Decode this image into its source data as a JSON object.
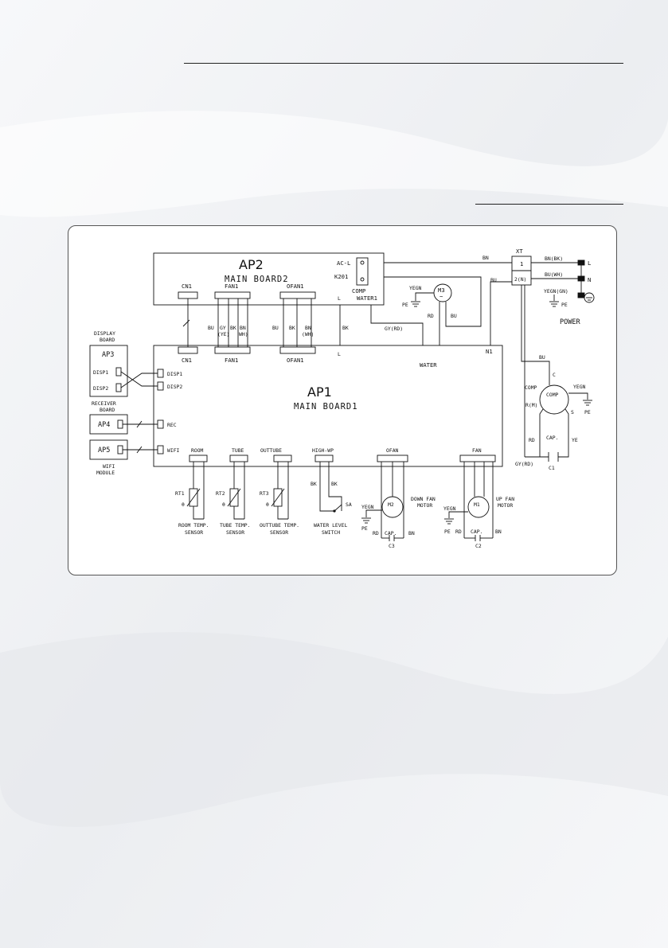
{
  "boards": {
    "ap2": {
      "id": "AP2",
      "subtitle": "MAIN BOARD2"
    },
    "ap1": {
      "id": "AP1",
      "subtitle": "MAIN BOARD1"
    },
    "ap3": {
      "id": "AP3",
      "caption_l1": "DISPLAY",
      "caption_l2": "BOARD",
      "port1": "DISP1",
      "port2": "DISP2"
    },
    "ap4": {
      "id": "AP4",
      "caption_l1": "RECEIVER",
      "caption_l2": "BOARD"
    },
    "ap5": {
      "id": "AP5",
      "caption_l1": "WIFI",
      "caption_l2": "MODULE"
    }
  },
  "ap2_connectors": {
    "cn1": "CN1",
    "fan1": "FAN1",
    "ofan1": "OFAN1",
    "acl": "AC-L",
    "k201": "K201",
    "comp": "COMP",
    "water1": "WATER1"
  },
  "ap1_connectors": {
    "cn1": "CN1",
    "fan1": "FAN1",
    "ofan1": "OFAN1",
    "water": "WATER",
    "n1": "N1",
    "disp1": "DISP1",
    "disp2": "DISP2",
    "rec": "REC",
    "wifi": "WIFI",
    "room": "ROOM",
    "tube": "TUBE",
    "outtube": "OUTTUBE",
    "highwp": "HIGH-WP",
    "ofan": "OFAN",
    "fan": "FAN"
  },
  "wire_colors": {
    "bu": "BU",
    "gy": "GY",
    "ye_paren": "(YE)",
    "bk": "BK",
    "bn": "BN",
    "wh_paren": "(WH)",
    "wh_paren_short": "WH)",
    "l": "L",
    "gy_rd": "GY(RD)",
    "rd": "RD",
    "yegn": "YEGN",
    "pe": "PE",
    "ye": "YE",
    "n": "N",
    "bn_bk": "BN(BK)",
    "bu_wh": "BU(WH)",
    "yegn_gn": "YEGN(GN)"
  },
  "terminal": {
    "id": "XT",
    "t1": "1",
    "t2": "2(N)",
    "power": "POWER"
  },
  "compressor": {
    "label": "COMP",
    "inner": "COMP",
    "c": "C",
    "r": "R(M)",
    "s": "S",
    "cap": "CAP.",
    "cap_id": "C1"
  },
  "motors": {
    "m3": "M3",
    "m3_sym": "~",
    "m2": "M2",
    "m2_l1": "DOWN FAN",
    "m2_l2": "MOTOR",
    "m2_cap": "CAP.",
    "m2_cap_id": "C3",
    "m1": "M1",
    "m1_l1": "UP FAN",
    "m1_l2": "MOTOR",
    "m1_cap": "CAP.",
    "m1_cap_id": "C2"
  },
  "sensors": {
    "rt1": "RT1",
    "rt2": "RT2",
    "rt3": "RT3",
    "theta": "θ",
    "room_l1": "ROOM TEMP.",
    "room_l2": "SENSOR",
    "tube_l1": "TUBE TEMP.",
    "tube_l2": "SENSOR",
    "out_l1": "OUTTUBE TEMP.",
    "out_l2": "SENSOR",
    "sa": "SA",
    "wl_l1": "WATER LEVEL",
    "wl_l2": "SWITCH"
  }
}
